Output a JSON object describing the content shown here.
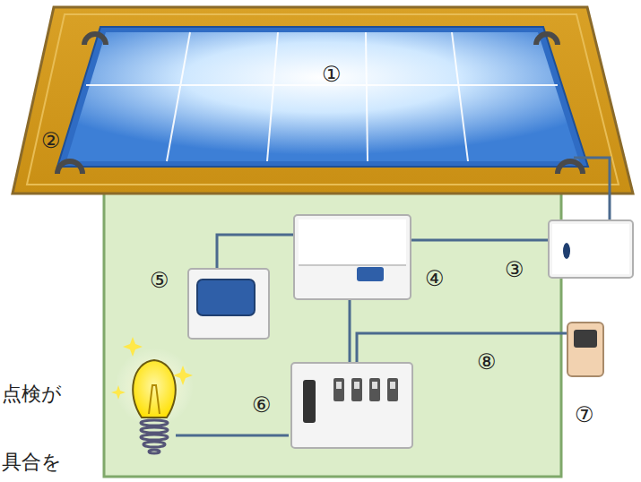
{
  "diagram": {
    "labels": [
      "①",
      "②",
      "③",
      "④",
      "⑤",
      "⑥",
      "⑦",
      "⑧",
      "点検が",
      "具合を"
    ]
  }
}
